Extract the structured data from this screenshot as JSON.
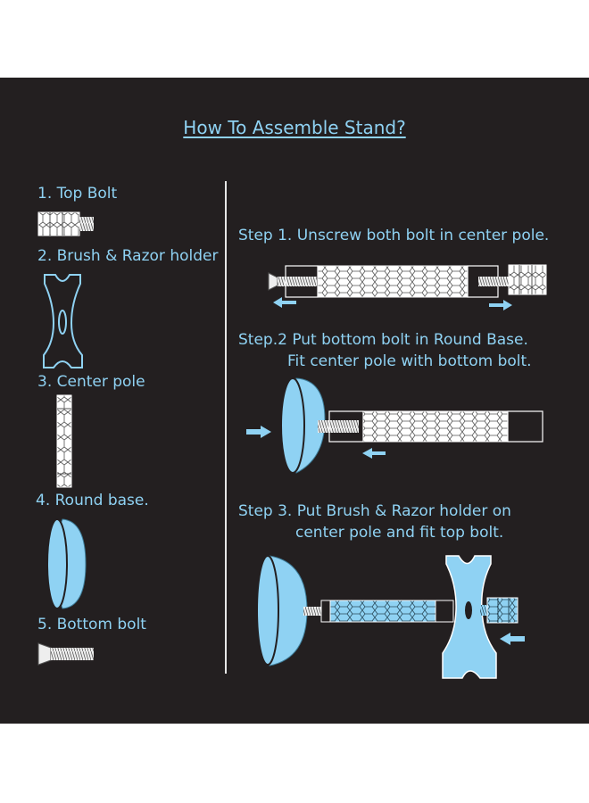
{
  "title": "How To Assemble Stand?",
  "parts": [
    "1. Top Bolt",
    "2. Brush & Razor holder",
    "3. Center pole",
    "4. Round base.",
    "5. Bottom bolt"
  ],
  "steps": [
    {
      "lines": [
        "Step 1. Unscrew both bolt in center pole."
      ]
    },
    {
      "lines": [
        "Step.2 Put bottom bolt in Round Base.",
        "Fit center pole with bottom bolt."
      ]
    },
    {
      "lines": [
        "Step 3. Put Brush & Razor holder on",
        "center pole and fit top bolt."
      ]
    }
  ],
  "colors": {
    "background": "#231f20",
    "accent": "#8fd2f3",
    "line": "#ffffff"
  }
}
